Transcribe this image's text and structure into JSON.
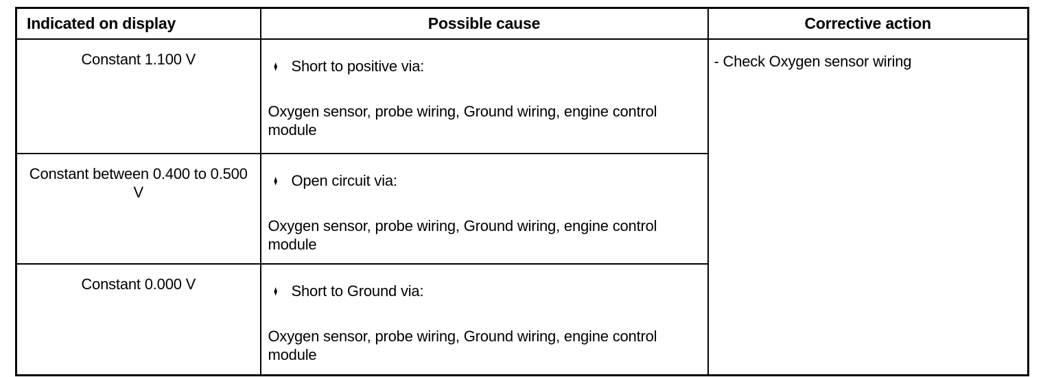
{
  "table": {
    "headers": [
      {
        "label": "Indicated on display",
        "align": "left"
      },
      {
        "label": "Possible cause",
        "align": "center"
      },
      {
        "label": "Corrective action",
        "align": "center"
      }
    ],
    "rows": [
      {
        "indicated_on_display": "Constant 1.100 V",
        "cause_bullet_marker": "♦",
        "cause_bullet": "Short to positive via:",
        "cause_detail": "Oxygen sensor, probe wiring, Ground wiring, engine control module"
      },
      {
        "indicated_on_display": "Constant between 0.400 to 0.500 V",
        "cause_bullet_marker": "♦",
        "cause_bullet": "Open circuit via:",
        "cause_detail": "Oxygen sensor, probe wiring, Ground wiring, engine control module"
      },
      {
        "indicated_on_display": "Constant 0.000 V",
        "cause_bullet_marker": "♦",
        "cause_bullet": "Short to Ground via:",
        "cause_detail": "Oxygen sensor, probe wiring, Ground wiring, engine control module"
      }
    ],
    "corrective_action": "- Check Oxygen sensor wiring"
  },
  "colors": {
    "text": "#000000",
    "background": "#ffffff",
    "border": "#000000"
  }
}
